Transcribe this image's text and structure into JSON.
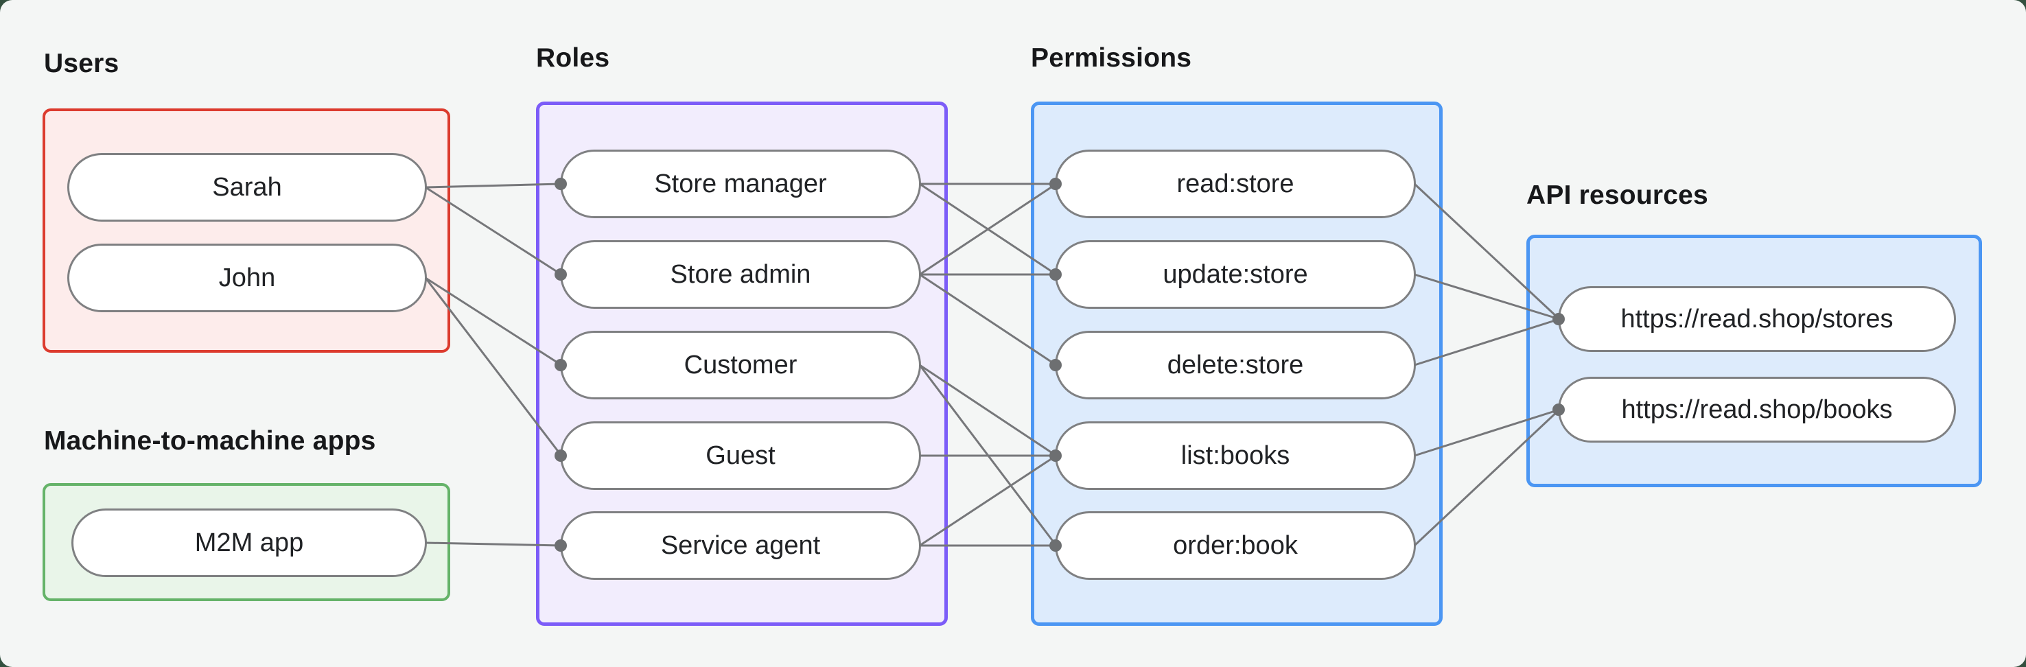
{
  "canvas": {
    "background": "#f4f6f5",
    "outer_background": "#33503f"
  },
  "edge_style": {
    "line_color": "#76777a",
    "dot_color": "#6d6f71",
    "line_width": 3,
    "dot_radius": 9
  },
  "groups": [
    {
      "id": "users",
      "label": "Users",
      "accent": "#dc3b2e",
      "fill": "#fdeceb",
      "nodes": [
        {
          "id": "sarah",
          "label": "Sarah"
        },
        {
          "id": "john",
          "label": "John"
        }
      ]
    },
    {
      "id": "m2m",
      "label": "Machine-to-machine apps",
      "accent": "#65b369",
      "fill": "#e9f5e9",
      "nodes": [
        {
          "id": "m2m_app",
          "label": "M2M app"
        }
      ]
    },
    {
      "id": "roles",
      "label": "Roles",
      "accent": "#7c5cf8",
      "fill": "#f2edfd",
      "nodes": [
        {
          "id": "store_manager",
          "label": "Store manager"
        },
        {
          "id": "store_admin",
          "label": "Store admin"
        },
        {
          "id": "customer",
          "label": "Customer"
        },
        {
          "id": "guest",
          "label": "Guest"
        },
        {
          "id": "service_agent",
          "label": "Service agent"
        }
      ]
    },
    {
      "id": "permissions",
      "label": "Permissions",
      "accent": "#4b96f3",
      "fill": "#ddebfc",
      "nodes": [
        {
          "id": "read_store",
          "label": "read:store"
        },
        {
          "id": "update_store",
          "label": "update:store"
        },
        {
          "id": "delete_store",
          "label": "delete:store"
        },
        {
          "id": "list_books",
          "label": "list:books"
        },
        {
          "id": "order_book",
          "label": "order:book"
        }
      ]
    },
    {
      "id": "api",
      "label": "API resources",
      "accent": "#4b96f3",
      "fill": "#ddebfc",
      "nodes": [
        {
          "id": "stores",
          "label": "https://read.shop/stores"
        },
        {
          "id": "books",
          "label": "https://read.shop/books"
        }
      ]
    }
  ],
  "edges": [
    [
      "sarah",
      "store_manager"
    ],
    [
      "sarah",
      "store_admin"
    ],
    [
      "john",
      "customer"
    ],
    [
      "john",
      "guest"
    ],
    [
      "m2m_app",
      "service_agent"
    ],
    [
      "store_manager",
      "read_store"
    ],
    [
      "store_manager",
      "update_store"
    ],
    [
      "store_admin",
      "read_store"
    ],
    [
      "store_admin",
      "update_store"
    ],
    [
      "store_admin",
      "delete_store"
    ],
    [
      "customer",
      "list_books"
    ],
    [
      "customer",
      "order_book"
    ],
    [
      "guest",
      "list_books"
    ],
    [
      "service_agent",
      "list_books"
    ],
    [
      "service_agent",
      "order_book"
    ],
    [
      "read_store",
      "stores"
    ],
    [
      "update_store",
      "stores"
    ],
    [
      "delete_store",
      "stores"
    ],
    [
      "list_books",
      "books"
    ],
    [
      "order_book",
      "books"
    ]
  ]
}
